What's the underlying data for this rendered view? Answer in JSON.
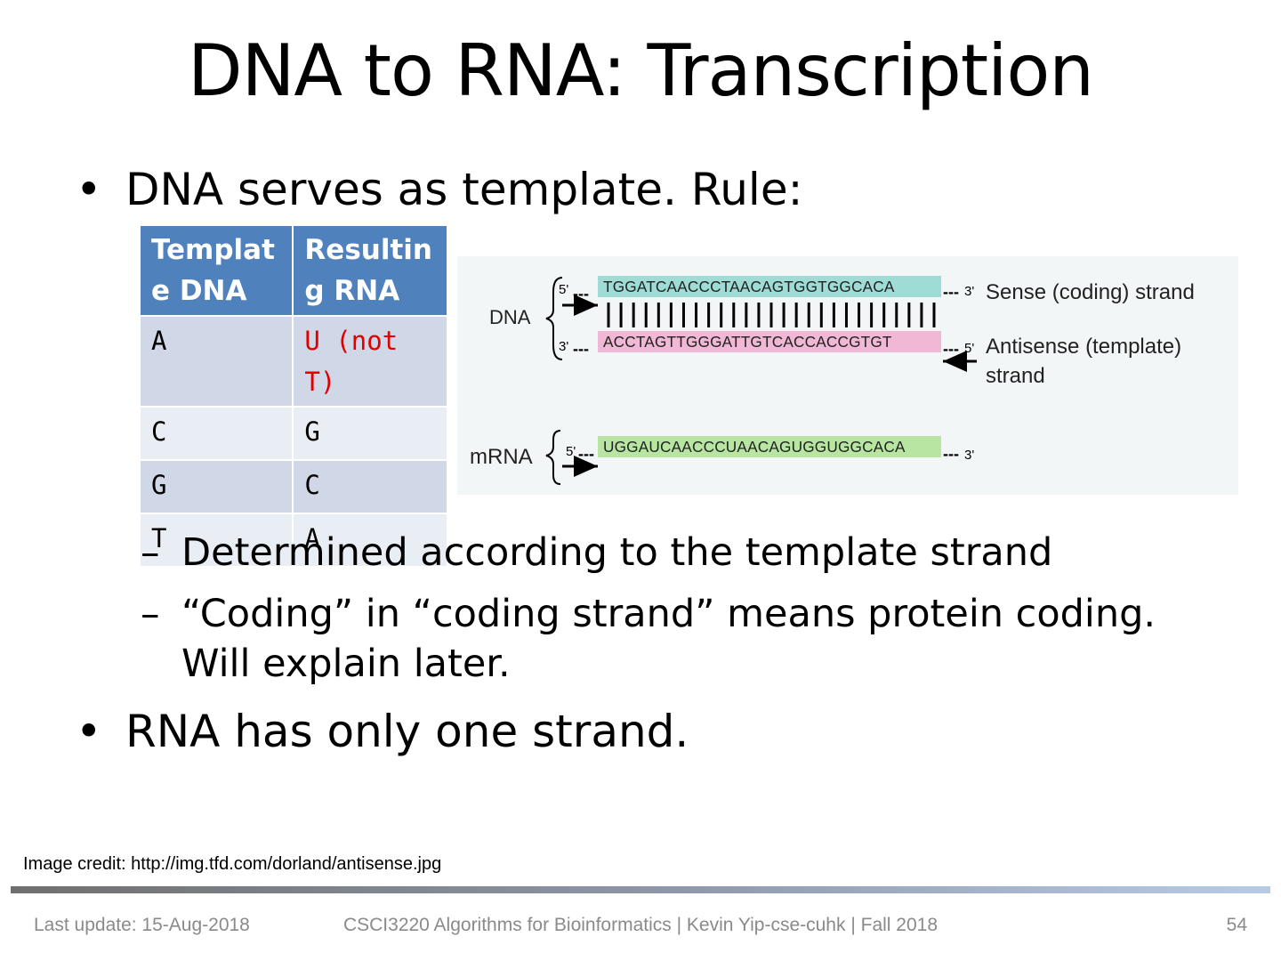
{
  "slide": {
    "title": "DNA to RNA: Transcription",
    "bullets": [
      "DNA serves as template. Rule:",
      "RNA has only one strand."
    ],
    "sub_bullets": [
      "Determined according to the template strand",
      "“Coding” in “coding strand” means protein coding. Will explain later."
    ],
    "bullet_symbol": "•",
    "dash_symbol": "–"
  },
  "table": {
    "headers": [
      "Template DNA",
      "Resulting RNA"
    ],
    "rows": [
      [
        "A",
        "U (not T)"
      ],
      [
        "C",
        "G"
      ],
      [
        "G",
        "C"
      ],
      [
        "T",
        "A"
      ]
    ],
    "header_color": "#4f81bd",
    "highlight_color": "#e00000"
  },
  "diagram": {
    "dna_label": "DNA",
    "mrna_label": "mRNA",
    "sense_seq": "TGGATCAACCCTAACAGTGGTGGCACA",
    "antisense_seq": "ACCTAGTTGGGATTGTCACCACCGTGT",
    "mrna_seq": "UGGAUCAACCCUAACAGUGGUGGCACA",
    "five_prime": "5'",
    "three_prime": "3'",
    "sense_label": "Sense (coding) strand",
    "antisense_label_1": "Antisense (template)",
    "antisense_label_2": "strand",
    "sense_color": "#9fdcd6",
    "antisense_color": "#f0b8d4",
    "mrna_color": "#b8e6a2"
  },
  "footer": {
    "credit": "Image credit: http://img.tfd.com/dorland/antisense.jpg",
    "last_update": "Last update: 15-Aug-2018",
    "course": "CSCI3220 Algorithms for Bioinformatics |  Kevin Yip-cse-cuhk | Fall 2018",
    "page_number": "54"
  }
}
